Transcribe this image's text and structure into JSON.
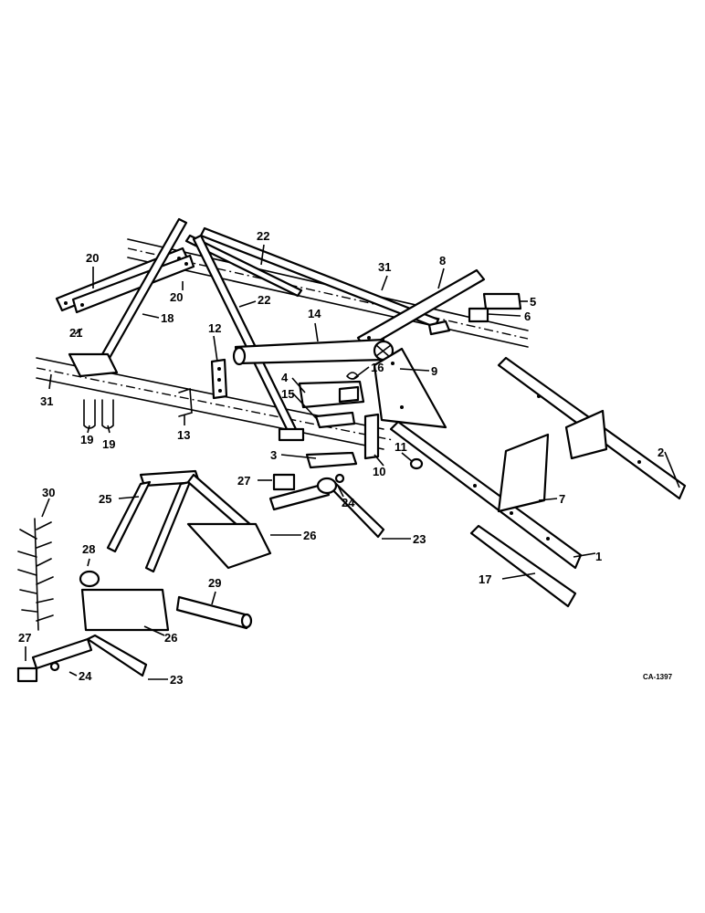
{
  "diagram": {
    "drawing_code": "CA-1397",
    "callouts": [
      {
        "id": "c1",
        "label": "1"
      },
      {
        "id": "c2",
        "label": "2"
      },
      {
        "id": "c3",
        "label": "3"
      },
      {
        "id": "c4",
        "label": "4"
      },
      {
        "id": "c5",
        "label": "5"
      },
      {
        "id": "c6",
        "label": "6"
      },
      {
        "id": "c7",
        "label": "7"
      },
      {
        "id": "c8",
        "label": "8"
      },
      {
        "id": "c9",
        "label": "9"
      },
      {
        "id": "c10",
        "label": "10"
      },
      {
        "id": "c11",
        "label": "11"
      },
      {
        "id": "c12",
        "label": "12"
      },
      {
        "id": "c13",
        "label": "13"
      },
      {
        "id": "c14",
        "label": "14"
      },
      {
        "id": "c15",
        "label": "15"
      },
      {
        "id": "c16",
        "label": "16"
      },
      {
        "id": "c17",
        "label": "17"
      },
      {
        "id": "c18",
        "label": "18"
      },
      {
        "id": "c19a",
        "label": "19"
      },
      {
        "id": "c19b",
        "label": "19"
      },
      {
        "id": "c20a",
        "label": "20"
      },
      {
        "id": "c20b",
        "label": "20"
      },
      {
        "id": "c21",
        "label": "21"
      },
      {
        "id": "c22a",
        "label": "22"
      },
      {
        "id": "c22b",
        "label": "22"
      },
      {
        "id": "c23a",
        "label": "23"
      },
      {
        "id": "c23b",
        "label": "23"
      },
      {
        "id": "c24a",
        "label": "24"
      },
      {
        "id": "c24b",
        "label": "24"
      },
      {
        "id": "c25",
        "label": "25"
      },
      {
        "id": "c26a",
        "label": "26"
      },
      {
        "id": "c26b",
        "label": "26"
      },
      {
        "id": "c27a",
        "label": "27"
      },
      {
        "id": "c27b",
        "label": "27"
      },
      {
        "id": "c28",
        "label": "28"
      },
      {
        "id": "c29",
        "label": "29"
      },
      {
        "id": "c30",
        "label": "30"
      },
      {
        "id": "c31a",
        "label": "31"
      },
      {
        "id": "c31b",
        "label": "31"
      }
    ]
  }
}
